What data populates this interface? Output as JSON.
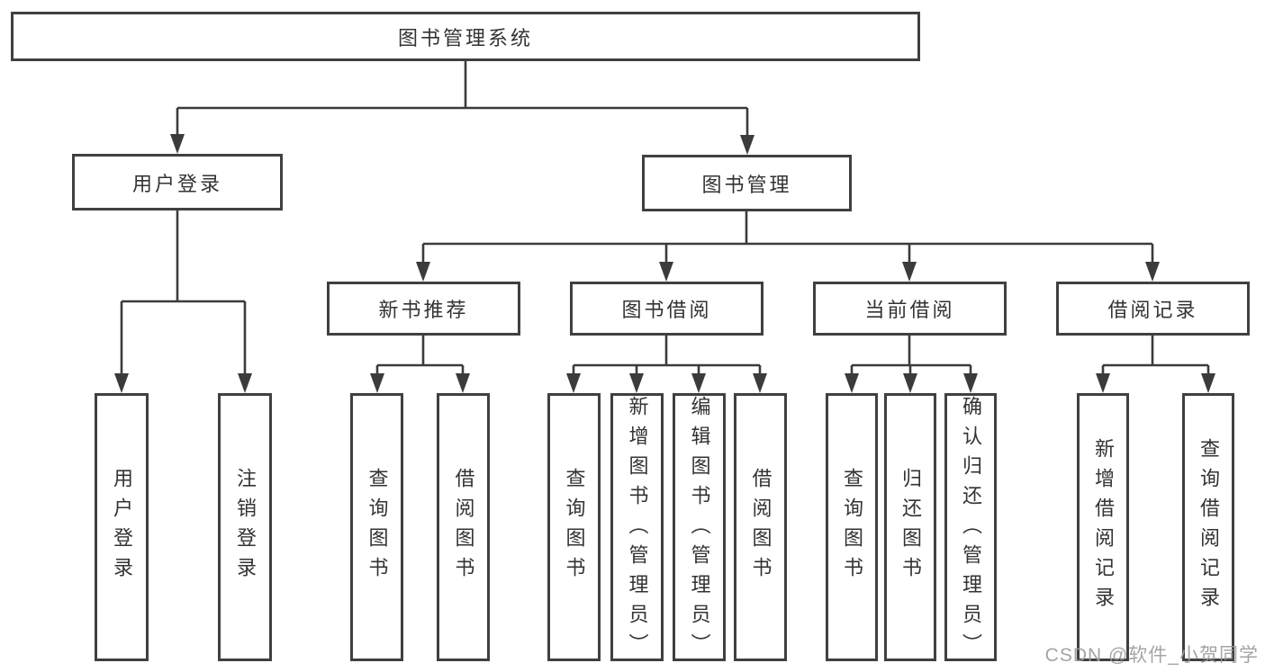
{
  "colors": {
    "line": "#3b3b3b",
    "box_border": "#404040",
    "text": "#333333",
    "watermark": "#9a9a9a",
    "background": "#ffffff"
  },
  "watermark": "CSDN @软件_小贺同学",
  "tree": {
    "root": {
      "label": "图书管理系统"
    },
    "branches": [
      {
        "label": "用户登录",
        "children": [
          {
            "label": "用户登录"
          },
          {
            "label": "注销登录"
          }
        ]
      },
      {
        "label": "图书管理",
        "children": [
          {
            "label": "新书推荐",
            "children": [
              {
                "label": "查询图书"
              },
              {
                "label": "借阅图书"
              }
            ]
          },
          {
            "label": "图书借阅",
            "children": [
              {
                "label": "查询图书"
              },
              {
                "label": "新增图书（管理员）"
              },
              {
                "label": "编辑图书（管理员）"
              },
              {
                "label": "借阅图书"
              }
            ]
          },
          {
            "label": "当前借阅",
            "children": [
              {
                "label": "查询图书"
              },
              {
                "label": "归还图书"
              },
              {
                "label": "确认归还（管理员）"
              }
            ]
          },
          {
            "label": "借阅记录",
            "children": [
              {
                "label": "新增借阅记录"
              },
              {
                "label": "查询借阅记录"
              }
            ]
          }
        ]
      }
    ]
  }
}
